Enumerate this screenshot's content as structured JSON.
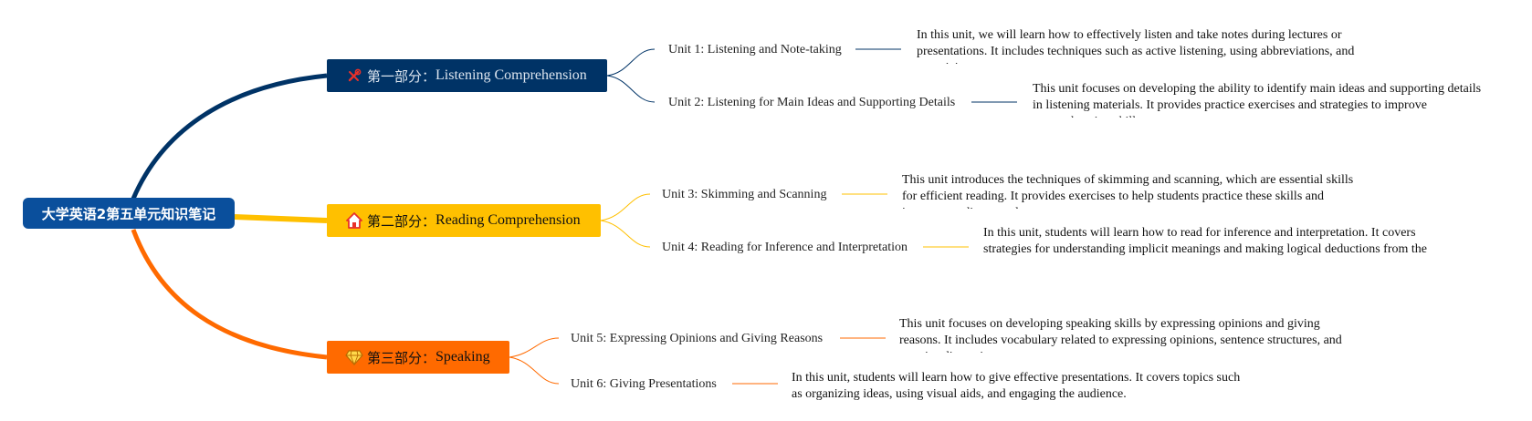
{
  "root": {
    "title": "大学英语2第五单元知识笔记"
  },
  "colors": {
    "root": "#0a4f9c",
    "listening": "#003366",
    "reading": "#ffc000",
    "speaking": "#ff6a00"
  },
  "branches": [
    {
      "prefix": "第一部分：",
      "label": "Listening Comprehension",
      "icon": "tools-icon",
      "units": [
        {
          "title": "Unit 1: Listening and Note-taking",
          "desc": "In this unit, we will learn how to effectively listen and take notes during lectures or presentations. It includes techniques such as active listening, using abbreviations, and organizing notes."
        },
        {
          "title": "Unit 2: Listening for Main Ideas and Supporting Details",
          "desc": "This unit focuses on developing the ability to identify main ideas and supporting details in listening materials. It provides practice exercises and strategies to improve comprehension skills."
        }
      ]
    },
    {
      "prefix": "第二部分：",
      "label": "Reading Comprehension",
      "icon": "house-icon",
      "units": [
        {
          "title": "Unit 3: Skimming and Scanning",
          "desc": "This unit introduces the techniques of skimming and scanning, which are essential skills for efficient reading. It provides exercises to help students practice these skills and improve reading speed."
        },
        {
          "title": "Unit 4: Reading for Inference and Interpretation",
          "desc": "In this unit, students will learn how to read for inference and interpretation. It covers strategies for understanding implicit meanings and making logical deductions from the text."
        }
      ]
    },
    {
      "prefix": "第三部分：",
      "label": "Speaking",
      "icon": "diamond-icon",
      "units": [
        {
          "title": "Unit 5: Expressing Opinions and Giving Reasons",
          "desc": "This unit focuses on developing speaking skills by expressing opinions and giving reasons. It includes vocabulary related to expressing opinions, sentence structures, and practice discussions."
        },
        {
          "title": "Unit 6: Giving Presentations",
          "desc": "In this unit, students will learn how to give effective presentations. It covers topics such as organizing ideas, using visual aids, and engaging the audience."
        }
      ]
    }
  ]
}
